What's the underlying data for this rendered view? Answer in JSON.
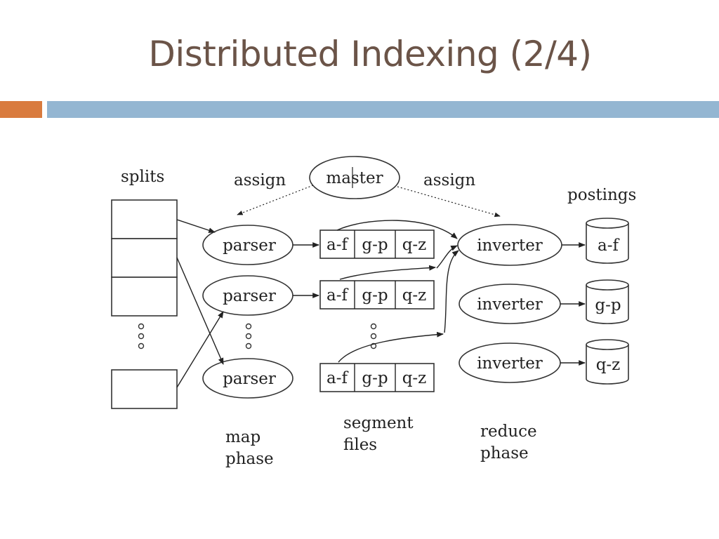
{
  "slide": {
    "title": "Distributed Indexing (2/4)"
  },
  "colors": {
    "title_text": "#6b5448",
    "accent_orange": "#d97b3e",
    "accent_blue": "#94b6d2"
  },
  "diagram": {
    "splits_label": "splits",
    "assign_left_label": "assign",
    "master_label": "master",
    "assign_right_label": "assign",
    "postings_label": "postings",
    "parsers": [
      "parser",
      "parser",
      "parser"
    ],
    "segment_cells": [
      "a-f",
      "g-p",
      "q-z"
    ],
    "inverters": [
      "inverter",
      "inverter",
      "inverter"
    ],
    "postings": [
      "a-f",
      "g-p",
      "q-z"
    ],
    "map_phase_label": [
      "map",
      "phase"
    ],
    "segment_files_label": [
      "segment",
      "files"
    ],
    "reduce_phase_label": [
      "reduce",
      "phase"
    ]
  }
}
